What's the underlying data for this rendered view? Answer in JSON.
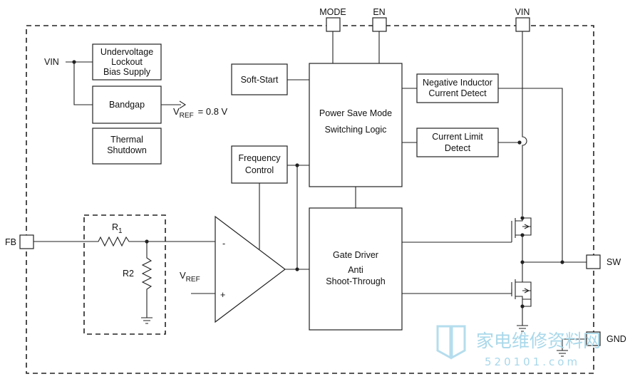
{
  "pins": {
    "mode": "MODE",
    "en": "EN",
    "vin_top": "VIN",
    "fb": "FB",
    "sw": "SW",
    "gnd": "GND"
  },
  "inputs": {
    "vin_left": "VIN"
  },
  "blocks": {
    "uvlo": [
      "Undervoltage",
      "Lockout",
      "Bias Supply"
    ],
    "bandgap": "Bandgap",
    "thermal": [
      "Thermal",
      "Shutdown"
    ],
    "soft_start": "Soft-Start",
    "psm": [
      "Power Save Mode",
      "Switching Logic"
    ],
    "neg_ind": [
      "Negative Inductor",
      "Current Detect"
    ],
    "cur_limit": [
      "Current Limit",
      "Detect"
    ],
    "freq": [
      "Frequency",
      "Control"
    ],
    "gate": [
      "Gate Driver",
      "Anti",
      "Shoot-Through"
    ]
  },
  "vref_out": {
    "v": "V",
    "sub": "REF",
    "value": "= 0.8 V"
  },
  "vref_in": {
    "v": "V",
    "sub": "REF"
  },
  "resistors": {
    "r1": "R",
    "r1_sub": "1",
    "r2": "R2"
  },
  "amp": {
    "minus": "-",
    "plus": "+"
  },
  "watermark": {
    "cn": "家电维修资料网",
    "url": "520101.com"
  }
}
